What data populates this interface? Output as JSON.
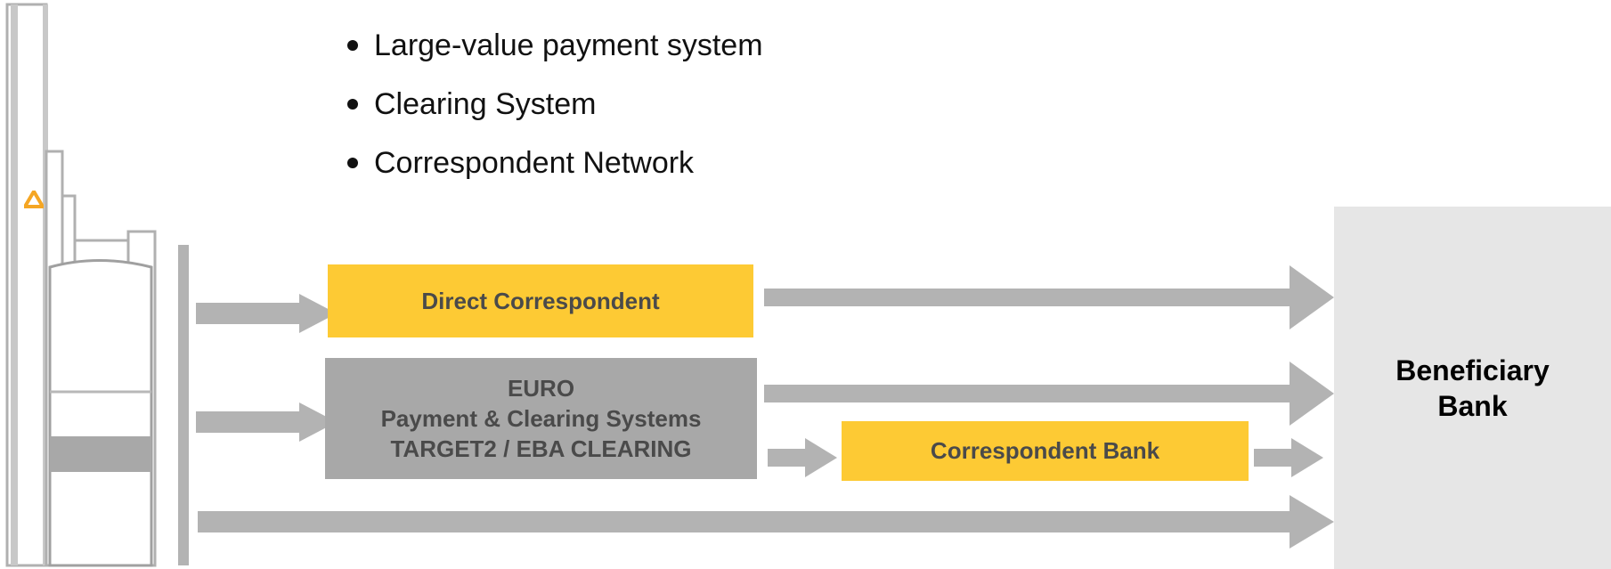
{
  "bullets": [
    "Large-value payment system",
    "Clearing System",
    "Correspondent Network"
  ],
  "boxes": {
    "direct_correspondent": "Direct Correspondent",
    "euro_line1": "EURO",
    "euro_line2": "Payment & Clearing Systems",
    "euro_line3": "TARGET2 / EBA CLEARING",
    "correspondent_bank": "Correspondent Bank",
    "beneficiary_line1": "Beneficiary",
    "beneficiary_line2": "Bank"
  },
  "colors": {
    "yellow": "#fdca34",
    "gray_box": "#a8a8a8",
    "arrow": "#b3b3b3",
    "beneficiary_bg": "#e6e6e6"
  },
  "icons": [
    "bank-building-icon",
    "bank-logo-icon"
  ]
}
